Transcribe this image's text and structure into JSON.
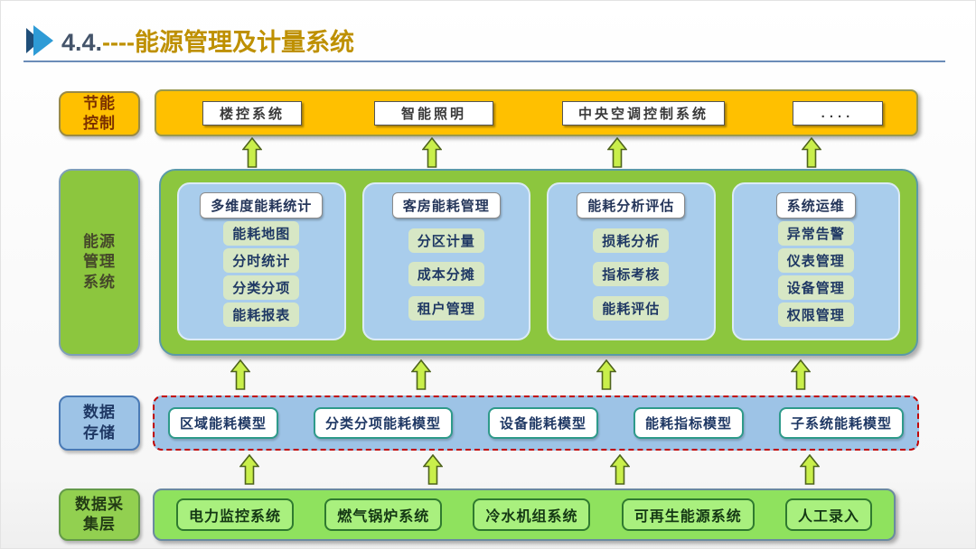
{
  "title": {
    "section_number": "4.4.",
    "separator": "----",
    "text": "能源管理及计量系统"
  },
  "icons": {
    "title_marker": "double-play-triangle",
    "flow_arrow": "up-arrow"
  },
  "colors": {
    "title_number": "#44546A",
    "title_gold": "#BE9000",
    "control_orange": "#FFC000",
    "energy_green": "#8CC63E",
    "storage_blue": "#9DC3E6",
    "collection_green": "#92D050",
    "chip_sage": "#D7E7C5",
    "arrow_fill": "#C9EF4B",
    "storage_dash_red": "#C00000",
    "text_navy": "#1F3864"
  },
  "layers": {
    "control": {
      "label": "节能\n控制",
      "items": [
        "楼控系统",
        "智能照明",
        "中央空调控制系统",
        "...."
      ]
    },
    "energy_management": {
      "label": "能源\n管理\n系统",
      "columns": [
        {
          "header": "多维度能耗统计",
          "items": [
            "能耗地图",
            "分时统计",
            "分类分项",
            "能耗报表"
          ]
        },
        {
          "header": "客房能耗管理",
          "items": [
            "分区计量",
            "成本分摊",
            "租户管理"
          ]
        },
        {
          "header": "能耗分析评估",
          "items": [
            "损耗分析",
            "指标考核",
            "能耗评估"
          ]
        },
        {
          "header": "系统运维",
          "items": [
            "异常告警",
            "仪表管理",
            "设备管理",
            "权限管理"
          ]
        }
      ]
    },
    "data_storage": {
      "label": "数据\n存储",
      "items": [
        "区域能耗模型",
        "分类分项能耗模型",
        "设备能耗模型",
        "能耗指标模型",
        "子系统能耗模型"
      ]
    },
    "data_collection": {
      "label": "数据采\n集层",
      "items": [
        "电力监控系统",
        "燃气锅炉系统",
        "冷水机组系统",
        "可再生能源系统",
        "人工录入"
      ]
    }
  }
}
